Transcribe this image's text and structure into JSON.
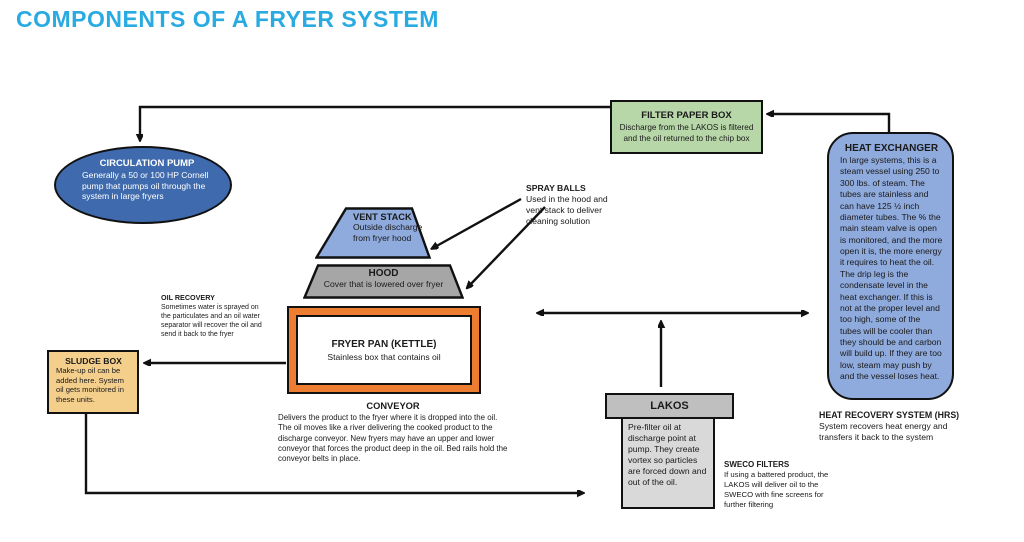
{
  "title": "COMPONENTS OF A FRYER SYSTEM",
  "colors": {
    "title_accent": "#29ABE2",
    "pump_fill": "#3F6BAE",
    "filter_fill": "#B7D7A8",
    "heat_exchanger_fill": "#8FAADC",
    "vent_fill": "#8FAADC",
    "hood_fill": "#A6A6A6",
    "fryer_border": "#ED7D31",
    "sludge_fill": "#F4CF8C",
    "lakos_header_fill": "#BFBFBF",
    "lakos_body_fill": "#D9D9D9",
    "arrow": "#111111"
  },
  "nodes": {
    "circulation_pump": {
      "title": "CIRCULATION PUMP",
      "body": "Generally a 50 or 100 HP Cornell pump that pumps oil through the system in large fryers"
    },
    "filter_paper_box": {
      "title": "FILTER PAPER BOX",
      "body": "Discharge from the LAKOS is filtered and the oil returned to the chip box"
    },
    "heat_exchanger": {
      "title": "HEAT EXCHANGER",
      "body": "In large systems, this is a steam vessel using 250 to 300 lbs. of steam.  The tubes are stainless and can have 125 ½ inch diameter tubes.  The % the main steam valve is open is monitored, and the more open it is, the more energy it requires to heat the oil. The drip leg is the condensate level in the heat exchanger.  If this is not at the proper level and too high, some of the tubes will be cooler than they should be and carbon will build up. If they are too low, steam may push by and the vessel loses heat."
    },
    "vent_stack": {
      "title": "VENT STACK",
      "body": "Outside discharge from fryer hood"
    },
    "hood": {
      "title": "HOOD",
      "body": "Cover that is lowered over fryer"
    },
    "fryer_pan": {
      "title": "FRYER PAN (KETTLE)",
      "body": "Stainless box that contains oil"
    },
    "spray_balls": {
      "title": "SPRAY BALLS",
      "body": "Used in the hood and vent stack to deliver cleaning solution"
    },
    "oil_recovery": {
      "title": "OIL RECOVERY",
      "body": "Sometimes water is sprayed on the particulates and an oil water separator will recover the oil and send it back to the fryer"
    },
    "sludge_box": {
      "title": "SLUDGE BOX",
      "body": "Make-up oil can be added here. System oil gets monitored in these units."
    },
    "conveyor": {
      "title": "CONVEYOR",
      "body": "Delivers the product to the fryer where it is dropped into the oil. The oil moves like a river delivering the cooked product to the discharge conveyor. New fryers may have an upper and lower conveyor that forces the product deep in the oil.  Bed rails hold the conveyor belts in place."
    },
    "lakos": {
      "title": "LAKOS",
      "body": "Pre-filter oil at discharge point at pump. They create vortex so particles are forced down and out of the oil."
    },
    "sweco_filters": {
      "title": "SWECO FILTERS",
      "body": "If using a battered product, the LAKOS will deliver oil to the SWECO with fine screens for further filtering"
    },
    "heat_recovery_system": {
      "title": "HEAT RECOVERY SYSTEM (HRS)",
      "body": "System recovers heat energy and transfers it back to the system"
    }
  }
}
